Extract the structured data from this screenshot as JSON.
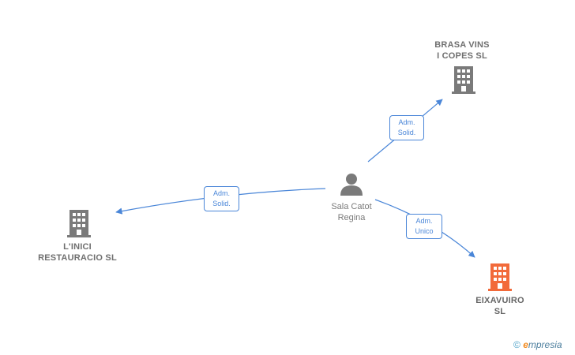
{
  "nodes": {
    "person": {
      "line1": "Sala Catot",
      "line2": "Regina"
    },
    "brasa": {
      "line1": "BRASA VINS",
      "line2": "I COPES  SL"
    },
    "linici": {
      "line1": "L'INICI",
      "line2": "RESTAURACIO SL"
    },
    "eixavuiro": {
      "line1": "EIXAVUIRO",
      "line2": "SL"
    }
  },
  "edges": {
    "to_brasa": {
      "line1": "Adm.",
      "line2": "Solid."
    },
    "to_linici": {
      "line1": "Adm.",
      "line2": "Solid."
    },
    "to_eixavuiro": {
      "line1": "Adm.",
      "line2": "Unico"
    }
  },
  "branding": {
    "copyright": "©",
    "e_letter": "e",
    "rest": "mpresia"
  },
  "colors": {
    "edge": "#4a86d8",
    "company_icon": "#7a7a7a",
    "focus_icon": "#f26a3a",
    "person_icon": "#7a7a7a"
  },
  "icons": {
    "company": "building-icon",
    "person": "person-icon"
  }
}
